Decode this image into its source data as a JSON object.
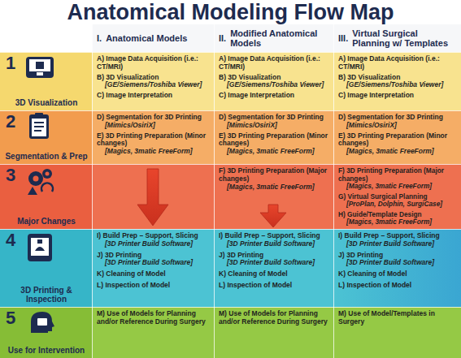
{
  "diagram": {
    "title": "Anatomical Modeling Flow Map",
    "nodes": [
      {
        "text": [
          "I.",
          "Anatomical Models"
        ]
      },
      {
        "text": [
          "II.",
          "Modified Anatomical Models"
        ]
      },
      {
        "text": [
          "III.",
          "Virtual Surgical Planning w/ Templates"
        ]
      },
      {
        "text": [
          "1",
          "3D Visualization"
        ]
      },
      {
        "text": [
          "A) Image Data Acquisition (i.e.: CT/MRI)",
          "B) 3D Visualization",
          "[GE/Siemens/Toshiba Viewer]",
          "C) Image Interpretation"
        ],
        "in": 3
      },
      {
        "text": [
          "A) Image Data Acquisition (i.e.: CT/MRI)",
          "B) 3D Visualization",
          "[GE/Siemens/Toshiba Viewer]",
          "C) Image Interpretation"
        ],
        "in": 3
      },
      {
        "text": [
          "A) Image Data Acquisition (i.e.: CT/MRI)",
          "B) 3D Visualization",
          "[GE/Siemens/Toshiba Viewer]",
          "C) Image Interpretation"
        ],
        "in": 3
      },
      {
        "text": [
          "2",
          "Segmentation & Prep"
        ]
      },
      {
        "text": [
          "D) Segmentation for 3D Printing",
          "[Mimics/OsiriX]",
          "E) 3D Printing Preparation (Minor changes)",
          "[Magics, 3matic FreeForm]"
        ],
        "in": 7
      },
      {
        "text": [
          "D) Segmentation for 3D Printing",
          "[Mimics/OsiriX]",
          "E) 3D Printing Preparation (Minor changes)",
          "[Magics, 3matic FreeForm]"
        ],
        "in": 7
      },
      {
        "text": [
          "D) Segmentation for 3D Printing",
          "[Mimics/OsiriX]",
          "E) 3D Printing Preparation (Minor changes)",
          "[Magics, 3matic FreeForm]"
        ],
        "in": 7
      },
      {
        "text": [
          "3",
          "Major Changes"
        ]
      },
      {
        "text": [
          "F) 3D Printing Preparation (Major changes)",
          "[Magics, 3matic FreeForm]"
        ],
        "in": 11
      },
      {
        "text": [
          "F) 3D Printing Preparation (Major changes)",
          "[Magics, 3matic FreeForm]",
          "G) Virtual Surgical Planning",
          "[ProPlan, Dolphin, SurgiCase]",
          "H) Guide/Template Design",
          "[Magics, 3matic FreeForm]"
        ],
        "in": 11
      },
      {
        "text": [
          "4",
          "3D Printing & Inspection"
        ]
      },
      {
        "text": [
          "I) Build Prep – Support, Slicing",
          "[3D Printer Build Software]",
          "J) 3D Printing",
          "[3D Printer Build Software]",
          "K) Cleaning of Model",
          "L) Inspection of Model"
        ],
        "in": 14
      },
      {
        "text": [
          "I) Build Prep – Support, Slicing",
          "[3D Printer Build Software]",
          "J) 3D Printing",
          "[3D Printer Build Software]",
          "K) Cleaning of Model",
          "L) Inspection of Model"
        ],
        "in": 14
      },
      {
        "text": [
          "I) Build Prep – Support, Slicing",
          "[3D Printer Build Software]",
          "J) 3D Printing",
          "[3D Printer Build Software]",
          "K) Cleaning of Model",
          "L) Inspection of Model"
        ],
        "in": 14
      },
      {
        "text": [
          "5",
          "Use for Intervention"
        ]
      },
      {
        "text": [
          "M) Use of Models for Planning and/or Reference During Surgery"
        ],
        "in": 18
      },
      {
        "text": [
          "M) Use of Models for Planning and/or Reference During Surgery"
        ],
        "in": 18
      },
      {
        "text": [
          "M) Use of Model/Templates in Surgery"
        ],
        "in": 18
      }
    ]
  }
}
